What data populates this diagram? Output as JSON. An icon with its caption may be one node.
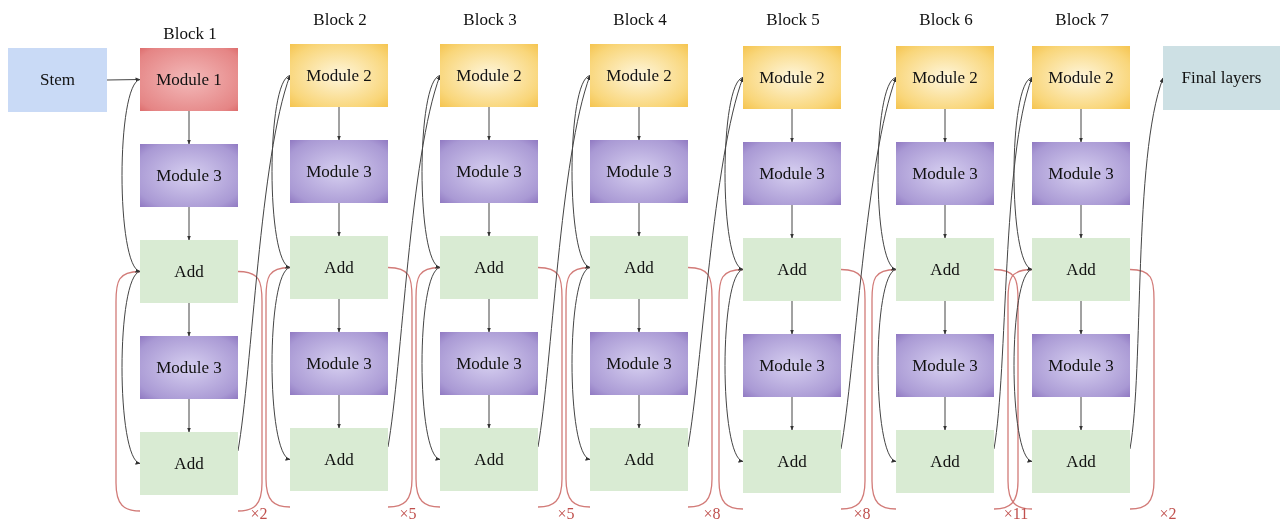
{
  "diagram": {
    "nodes": [
      {
        "text": [
          "Stem"
        ]
      },
      {
        "text": [
          "Module 1"
        ]
      },
      {
        "text": [
          "Module 3"
        ]
      },
      {
        "text": [
          "Add"
        ]
      },
      {
        "text": [
          "Module 3"
        ]
      },
      {
        "text": [
          "Add"
        ]
      },
      {
        "text": [
          "Module 2"
        ]
      },
      {
        "text": [
          "Module 3"
        ]
      },
      {
        "text": [
          "Add"
        ]
      },
      {
        "text": [
          "Module 3"
        ]
      },
      {
        "text": [
          "Add"
        ]
      },
      {
        "text": [
          "Module 2"
        ]
      },
      {
        "text": [
          "Module 3"
        ]
      },
      {
        "text": [
          "Add"
        ]
      },
      {
        "text": [
          "Module 3"
        ]
      },
      {
        "text": [
          "Add"
        ]
      },
      {
        "text": [
          "Module 2"
        ]
      },
      {
        "text": [
          "Module 3"
        ]
      },
      {
        "text": [
          "Add"
        ]
      },
      {
        "text": [
          "Module 3"
        ]
      },
      {
        "text": [
          "Add"
        ]
      },
      {
        "text": [
          "Module 2"
        ]
      },
      {
        "text": [
          "Module 3"
        ]
      },
      {
        "text": [
          "Add"
        ]
      },
      {
        "text": [
          "Module 3"
        ]
      },
      {
        "text": [
          "Add"
        ]
      },
      {
        "text": [
          "Module 2"
        ]
      },
      {
        "text": [
          "Module 3"
        ]
      },
      {
        "text": [
          "Add"
        ]
      },
      {
        "text": [
          "Module 3"
        ]
      },
      {
        "text": [
          "Add"
        ]
      },
      {
        "text": [
          "Module 2"
        ]
      },
      {
        "text": [
          "Module 3"
        ]
      },
      {
        "text": [
          "Add"
        ]
      },
      {
        "text": [
          "Module 3"
        ]
      },
      {
        "text": [
          "Add"
        ]
      },
      {
        "text": [
          "Final layers"
        ]
      }
    ],
    "edges": [
      {
        "from": 0,
        "to": 1,
        "arrow": "to"
      },
      {
        "from": 1,
        "to": 2,
        "arrow": "to"
      },
      {
        "from": 2,
        "to": 3,
        "arrow": "to"
      },
      {
        "from": 3,
        "to": 4,
        "arrow": "to"
      },
      {
        "from": 4,
        "to": 5,
        "arrow": "to"
      },
      {
        "from": 1,
        "to": 3,
        "arrow": "to"
      },
      {
        "from": 3,
        "to": 5,
        "arrow": "to"
      },
      {
        "from": 5,
        "to": 6,
        "arrow": "to"
      },
      {
        "from": 6,
        "to": 7,
        "arrow": "to"
      },
      {
        "from": 7,
        "to": 8,
        "arrow": "to"
      },
      {
        "from": 8,
        "to": 9,
        "arrow": "to"
      },
      {
        "from": 9,
        "to": 10,
        "arrow": "to"
      },
      {
        "from": 6,
        "to": 8,
        "arrow": "to"
      },
      {
        "from": 8,
        "to": 10,
        "arrow": "to"
      },
      {
        "from": 10,
        "to": 11,
        "arrow": "to"
      },
      {
        "from": 11,
        "to": 12,
        "arrow": "to"
      },
      {
        "from": 12,
        "to": 13,
        "arrow": "to"
      },
      {
        "from": 13,
        "to": 14,
        "arrow": "to"
      },
      {
        "from": 14,
        "to": 15,
        "arrow": "to"
      },
      {
        "from": 11,
        "to": 13,
        "arrow": "to"
      },
      {
        "from": 13,
        "to": 15,
        "arrow": "to"
      },
      {
        "from": 15,
        "to": 16,
        "arrow": "to"
      },
      {
        "from": 16,
        "to": 17,
        "arrow": "to"
      },
      {
        "from": 17,
        "to": 18,
        "arrow": "to"
      },
      {
        "from": 18,
        "to": 19,
        "arrow": "to"
      },
      {
        "from": 19,
        "to": 20,
        "arrow": "to"
      },
      {
        "from": 16,
        "to": 18,
        "arrow": "to"
      },
      {
        "from": 18,
        "to": 20,
        "arrow": "to"
      },
      {
        "from": 20,
        "to": 21,
        "arrow": "to"
      },
      {
        "from": 21,
        "to": 22,
        "arrow": "to"
      },
      {
        "from": 22,
        "to": 23,
        "arrow": "to"
      },
      {
        "from": 23,
        "to": 24,
        "arrow": "to"
      },
      {
        "from": 24,
        "to": 25,
        "arrow": "to"
      },
      {
        "from": 21,
        "to": 23,
        "arrow": "to"
      },
      {
        "from": 23,
        "to": 25,
        "arrow": "to"
      },
      {
        "from": 25,
        "to": 26,
        "arrow": "to"
      },
      {
        "from": 26,
        "to": 27,
        "arrow": "to"
      },
      {
        "from": 27,
        "to": 28,
        "arrow": "to"
      },
      {
        "from": 28,
        "to": 29,
        "arrow": "to"
      },
      {
        "from": 29,
        "to": 30,
        "arrow": "to"
      },
      {
        "from": 26,
        "to": 28,
        "arrow": "to"
      },
      {
        "from": 28,
        "to": 30,
        "arrow": "to"
      },
      {
        "from": 30,
        "to": 31,
        "arrow": "to"
      },
      {
        "from": 31,
        "to": 32,
        "arrow": "to"
      },
      {
        "from": 32,
        "to": 33,
        "arrow": "to"
      },
      {
        "from": 33,
        "to": 34,
        "arrow": "to"
      },
      {
        "from": 34,
        "to": 35,
        "arrow": "to"
      },
      {
        "from": 31,
        "to": 33,
        "arrow": "to"
      },
      {
        "from": 33,
        "to": 35,
        "arrow": "to"
      },
      {
        "from": 35,
        "to": 36,
        "arrow": "to"
      }
    ],
    "labels": [
      "Block 1",
      "Block 2",
      "Block 3",
      "Block 4",
      "Block 5",
      "Block 6",
      "Block 7",
      "×2",
      "×5",
      "×5",
      "×8",
      "×8",
      "×11",
      "×2"
    ]
  }
}
